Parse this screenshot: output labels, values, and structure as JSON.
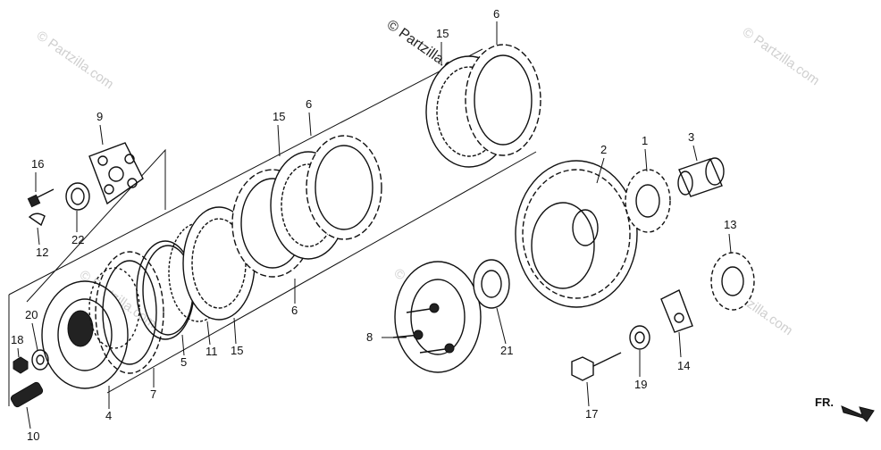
{
  "watermarks": {
    "main": "© Partzilla.com",
    "faint": "© Partzilla.com"
  },
  "callouts": {
    "c1": "1",
    "c2": "2",
    "c3": "3",
    "c4": "4",
    "c5": "5",
    "c6a": "6",
    "c6b": "6",
    "c6c": "6",
    "c7": "7",
    "c8": "8",
    "c9": "9",
    "c10": "10",
    "c11": "11",
    "c12": "12",
    "c13": "13",
    "c14": "14",
    "c15a": "15",
    "c15b": "15",
    "c15c": "15",
    "c16": "16",
    "c17": "17",
    "c18": "18",
    "c19": "19",
    "c20": "20",
    "c21": "21",
    "c22": "22"
  },
  "direction": {
    "label": "FR."
  }
}
